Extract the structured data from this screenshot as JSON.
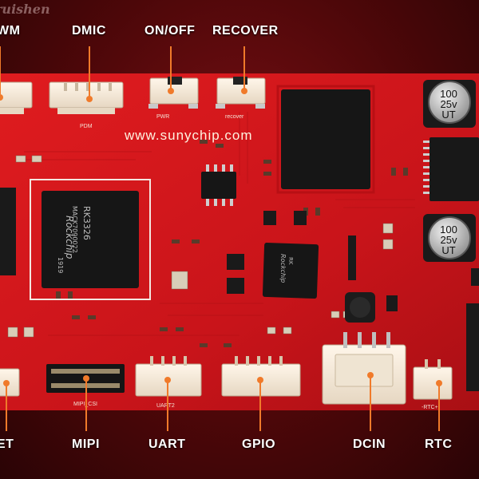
{
  "watermark": "ruishen",
  "website": "www.sunychip.com",
  "callouts": {
    "pwm": "WM",
    "dmic": "DMIC",
    "on_off": "ON/OFF",
    "recover": "RECOVER",
    "reset": "ET",
    "mipi": "MIPI",
    "uart": "UART",
    "gpio": "GPIO",
    "dcin": "DCIN",
    "rtc": "RTC"
  },
  "board_text": {
    "soc_brand": "Rockchip",
    "soc_model": "RK3326",
    "soc_code": "MACK7090022",
    "soc_date": "1919",
    "small_chip_brand": "Rockchip",
    "small_chip_code": "RK",
    "cap1": [
      "100",
      "25v",
      "UT"
    ],
    "cap2": [
      "100",
      "25v",
      "UT"
    ],
    "pwr_silk": "PWR",
    "recover_silk": "recover",
    "pdm_silk": "PDM",
    "mipi_silk": "MIPI_CSI",
    "uart_silk": "UART2",
    "rtc_silk": "-RTC+"
  },
  "colors": {
    "board": "#d2161a",
    "callout_line": "#f07a2a"
  }
}
